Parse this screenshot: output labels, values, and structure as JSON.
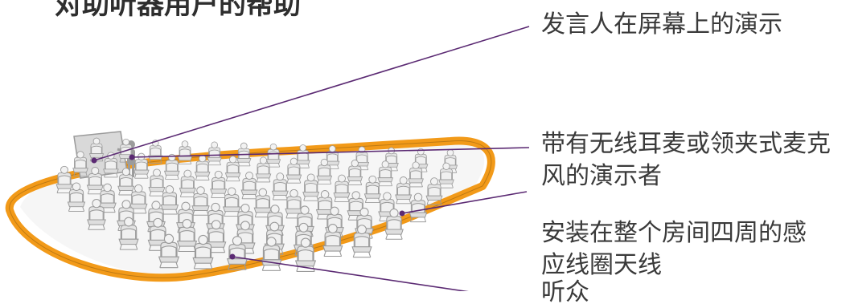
{
  "title_clipped": "对助听器用户的帮助",
  "labels": {
    "screen": "发言人在屏幕上的演示",
    "presenter": [
      "带有无线耳麦或领夹式麦克",
      "风的演示者"
    ],
    "loop": [
      "安装在整个房间四周的感",
      "应线圈天线"
    ],
    "audience": "听众"
  },
  "colors": {
    "loop": "#f29a19",
    "leader": "#5b2a73",
    "text": "#3a3a3a",
    "figure": "#cfcfcf"
  }
}
